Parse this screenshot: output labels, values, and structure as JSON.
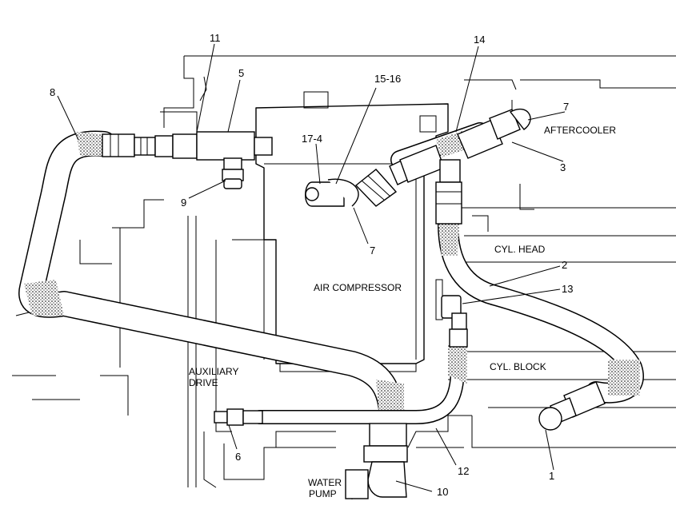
{
  "labels": {
    "aftercooler": "AFTERCOOLER",
    "cyl_head": "CYL. HEAD",
    "air_compressor": "AIR COMPRESSOR",
    "cyl_block": "CYL. BLOCK",
    "auxiliary": "AUXILIARY",
    "drive": "DRIVE",
    "water": "WATER",
    "pump": "PUMP"
  },
  "callouts": {
    "c1": "1",
    "c2": "2",
    "c3": "3",
    "c5": "5",
    "c6": "6",
    "c7_top": "7",
    "c7_mid": "7",
    "c8": "8",
    "c9": "9",
    "c10": "10",
    "c11": "11",
    "c12": "12",
    "c13": "13",
    "c14": "14",
    "c15_16": "15-16",
    "c17_4": "17-4"
  }
}
